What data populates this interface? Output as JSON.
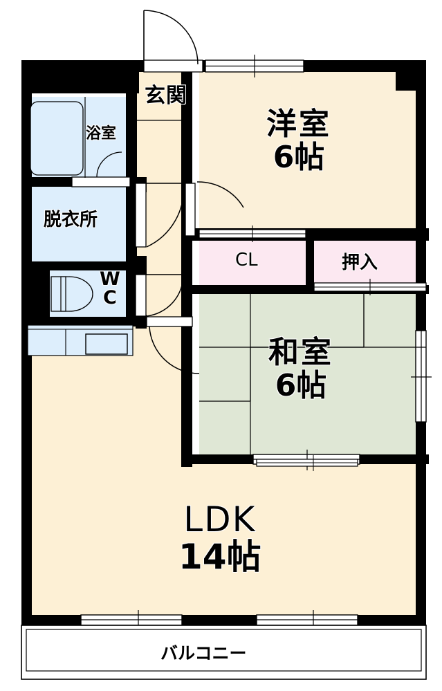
{
  "plan": {
    "title": "間取り図",
    "type": "apartment-floor-plan",
    "colors": {
      "wall": "#000000",
      "floor_ldk": "#fdf0d5",
      "floor_hall": "#fdf0d5",
      "room_western": "#fbf0d9",
      "room_japanese": "#dfe7d5",
      "water_area": "#ddeefc",
      "closet": "#fce8f1",
      "balcony": "#ffffff",
      "text": "#000000"
    }
  },
  "rooms": [
    {
      "id": "genkan",
      "name": "玄関",
      "area": "",
      "kind": "entrance"
    },
    {
      "id": "yokushitsu",
      "name": "浴室",
      "area": "",
      "kind": "bath"
    },
    {
      "id": "datsuijo",
      "name": "脱衣所",
      "area": "",
      "kind": "changing"
    },
    {
      "id": "wc",
      "name": "WC",
      "area": "",
      "kind": "toilet"
    },
    {
      "id": "yoshitsu",
      "name": "洋室",
      "area": "6帖",
      "kind": "western-room"
    },
    {
      "id": "washitsu",
      "name": "和室",
      "area": "6帖",
      "kind": "japanese-room"
    },
    {
      "id": "cl",
      "name": "CL",
      "area": "",
      "kind": "closet"
    },
    {
      "id": "oshiire",
      "name": "押入",
      "area": "",
      "kind": "closet"
    },
    {
      "id": "ldk",
      "name": "LDK",
      "area": "14帖",
      "kind": "living-dining-kitchen"
    },
    {
      "id": "balcony",
      "name": "バルコニー",
      "area": "",
      "kind": "balcony"
    }
  ],
  "labels": {
    "genkan": "玄関",
    "yokushitsu": "浴室",
    "datsuijo": "脱衣所",
    "wc_line1": "W",
    "wc_line2": "C",
    "yoshitsu_name": "洋室",
    "yoshitsu_area": "6帖",
    "washitsu_name": "和室",
    "washitsu_area": "6帖",
    "cl": "CL",
    "oshiire": "押入",
    "ldk_name": "LDK",
    "ldk_area": "14帖",
    "balcony": "バルコニー"
  },
  "fixtures": [
    {
      "id": "bathtub",
      "name": "浴槽"
    },
    {
      "id": "toilet-bowl",
      "name": "便器"
    },
    {
      "id": "kitchen-counter",
      "name": "キッチン"
    },
    {
      "id": "sink",
      "name": "シンク"
    }
  ],
  "openings": [
    {
      "id": "entrance-door",
      "type": "hinged-door",
      "location": "玄関"
    },
    {
      "id": "bath-door",
      "type": "hinged-door",
      "location": "浴室"
    },
    {
      "id": "datsuijo-door",
      "type": "hinged-door",
      "location": "脱衣所"
    },
    {
      "id": "wc-door",
      "type": "hinged-door",
      "location": "WC"
    },
    {
      "id": "yoshitsu-door",
      "type": "hinged-door",
      "location": "洋室"
    },
    {
      "id": "ldk-door",
      "type": "hinged-door",
      "location": "LDK"
    },
    {
      "id": "yoshitsu-window",
      "type": "sliding-window",
      "location": "洋室"
    },
    {
      "id": "washitsu-window",
      "type": "sliding-window",
      "location": "和室"
    },
    {
      "id": "ldk-window-left",
      "type": "sliding-door",
      "location": "LDK"
    },
    {
      "id": "ldk-window-right",
      "type": "sliding-door",
      "location": "LDK"
    },
    {
      "id": "cl-sliding",
      "type": "sliding-door",
      "location": "CL"
    },
    {
      "id": "oshiire-sliding",
      "type": "sliding-door",
      "location": "押入"
    }
  ]
}
